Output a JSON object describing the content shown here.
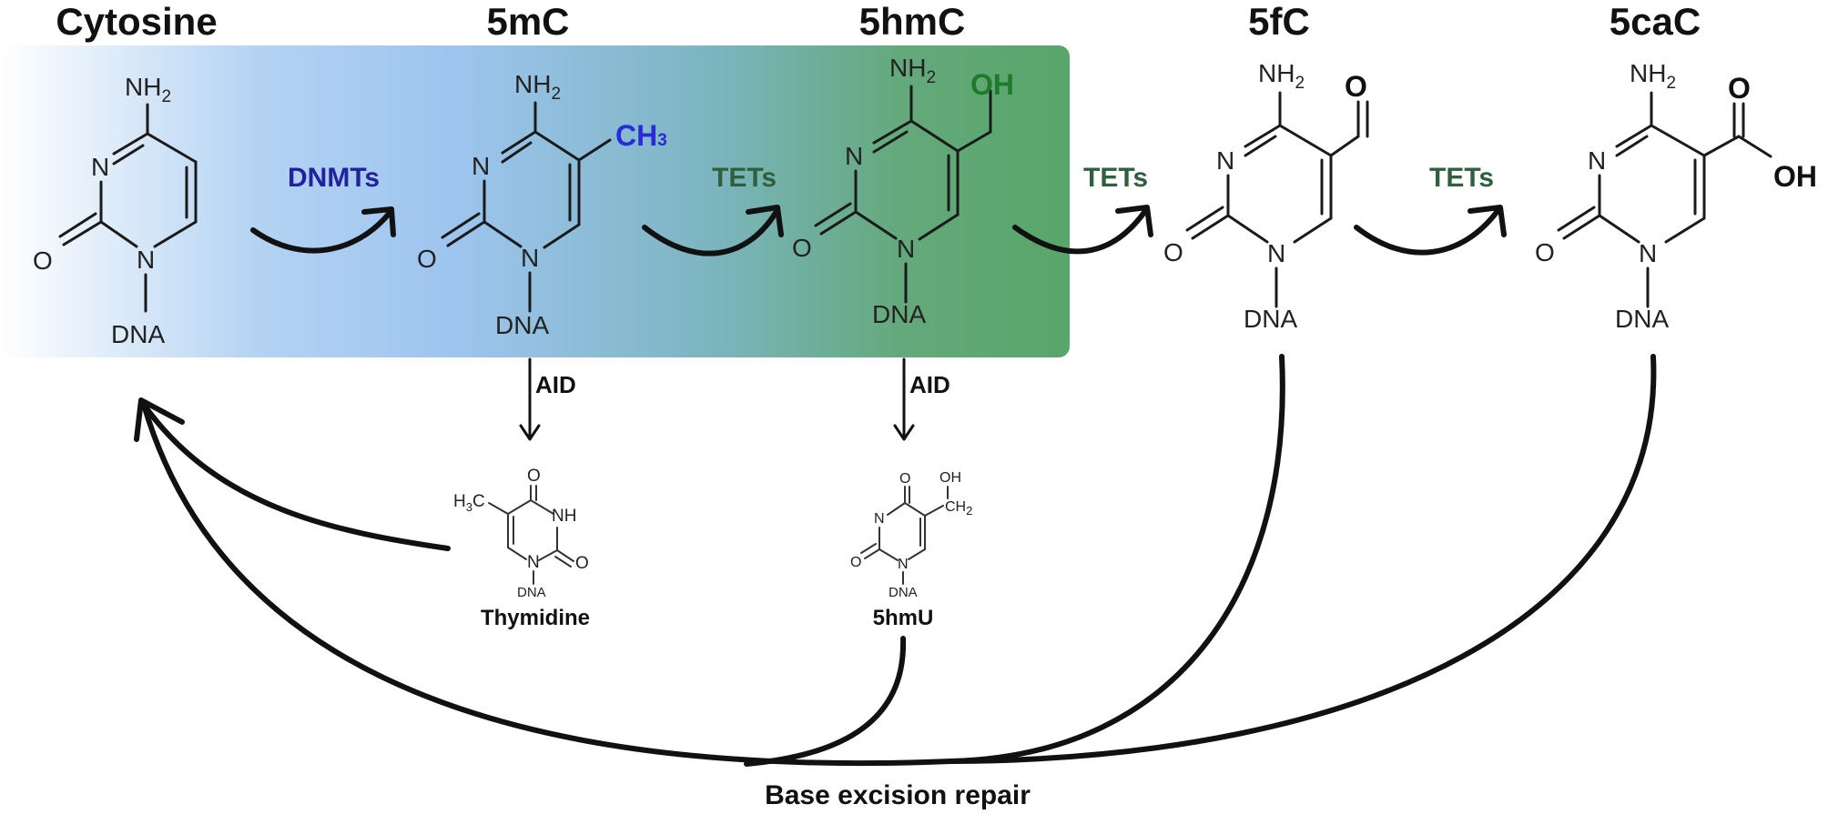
{
  "compounds": {
    "cytosine": {
      "title": "Cytosine",
      "nh2": "NH",
      "nh2_sub": "2",
      "n": "N",
      "o": "O",
      "dna": "DNA"
    },
    "m5c": {
      "title": "5mC",
      "nh2": "NH",
      "nh2_sub": "2",
      "n": "N",
      "o": "O",
      "dna": "DNA",
      "group": "CH",
      "group_sub": "3"
    },
    "hm5c": {
      "title": "5hmC",
      "nh2": "NH",
      "nh2_sub": "2",
      "n": "N",
      "o": "O",
      "dna": "DNA",
      "group": "OH"
    },
    "f5c": {
      "title": "5fC",
      "nh2": "NH",
      "nh2_sub": "2",
      "n": "N",
      "o": "O",
      "dna": "DNA",
      "group": "O"
    },
    "ca5c": {
      "title": "5caC",
      "nh2": "NH",
      "nh2_sub": "2",
      "n": "N",
      "o": "O",
      "dna": "DNA",
      "group_o": "O",
      "group_oh": "OH"
    }
  },
  "enzymes": {
    "dnmts": "DNMTs",
    "tets_1": "TETs",
    "tets_2": "TETs",
    "tets_3": "TETs",
    "aid_1": "AID",
    "aid_2": "AID"
  },
  "products": {
    "thymidine": {
      "name": "Thymidine",
      "h3c": "H",
      "h3c_sub": "3",
      "h3c_c": "C",
      "o_top": "O",
      "nh": "NH",
      "o_right": "O",
      "n": "N",
      "dna": "DNA"
    },
    "hmu5": {
      "name": "5hmU",
      "oh": "OH",
      "ch2": "CH",
      "ch2_sub": "2",
      "o_top": "O",
      "n_left": "N",
      "o_left": "O",
      "n": "N",
      "dna": "DNA"
    }
  },
  "repair_label": "Base excision repair",
  "colors": {
    "dnmts_text": "#22229a",
    "ch3_text": "#2a2ad6",
    "tets_text": "#2f5f3f",
    "oh_text": "#1f7a2a",
    "gradient_start": "#ffffff",
    "gradient_blue": "#9ec5ef",
    "gradient_teal": "#7db5c2",
    "gradient_green": "#58a66a"
  }
}
